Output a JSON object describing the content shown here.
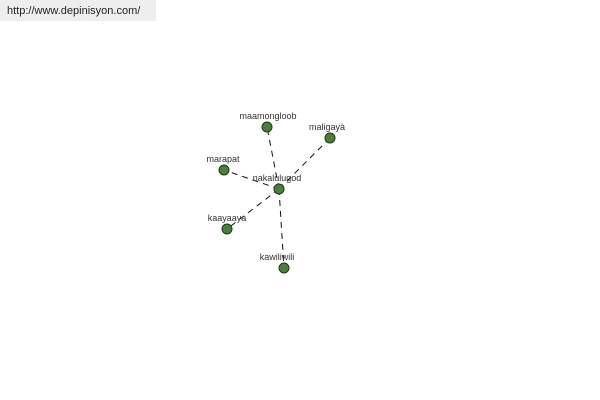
{
  "header": {
    "url": "http://www.depinisyon.com/"
  },
  "graph": {
    "center": "nakalulugod",
    "nodes": [
      "maamongloob",
      "maligayà",
      "marapat",
      "kaayaaya",
      "kawiliwili"
    ],
    "node_color": "#4a7f3e"
  }
}
